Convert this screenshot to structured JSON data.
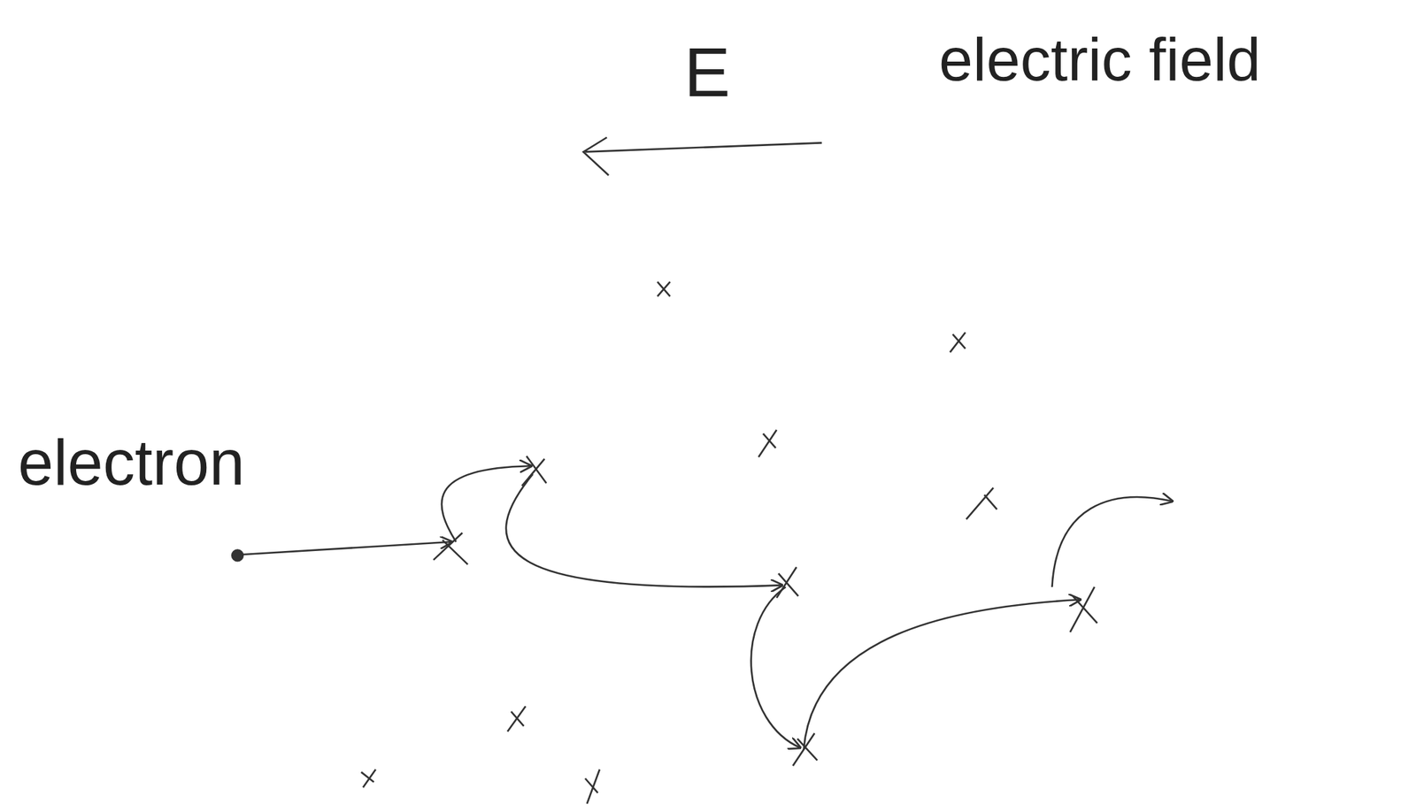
{
  "diagram": {
    "labels": [
      "E",
      "electric field",
      "electron"
    ]
  }
}
